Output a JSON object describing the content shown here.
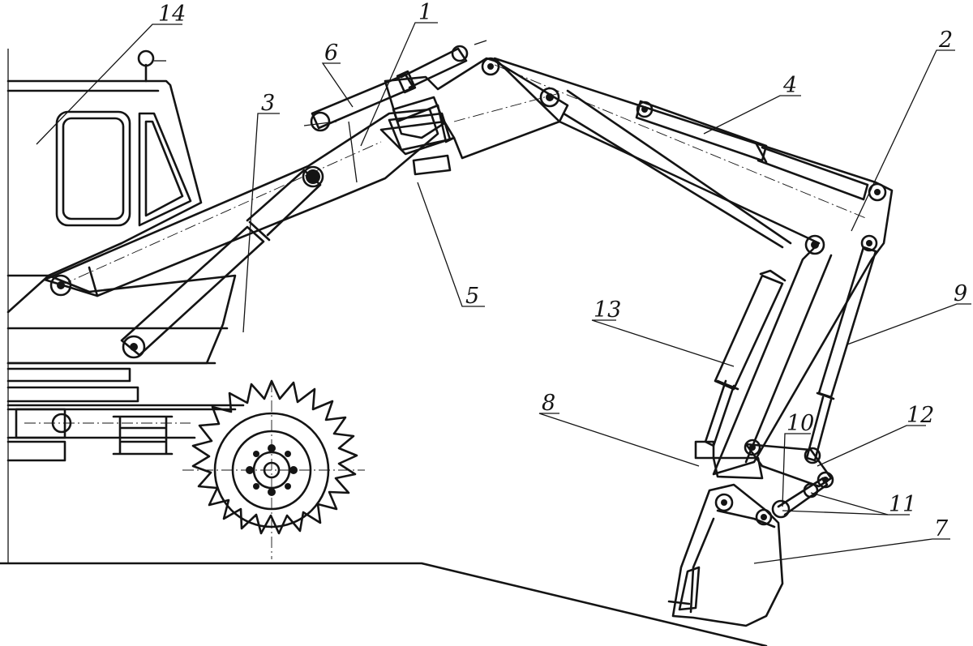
{
  "callouts": [
    {
      "key": "boom",
      "text": "1"
    },
    {
      "key": "stick",
      "text": "2"
    },
    {
      "key": "boom_cylinder",
      "text": "3"
    },
    {
      "key": "stick_cylinder",
      "text": "4"
    },
    {
      "key": "boom_joint",
      "text": "5"
    },
    {
      "key": "boom_ext_cylinder",
      "text": "6"
    },
    {
      "key": "bucket",
      "text": "7"
    },
    {
      "key": "bucket_hinge",
      "text": "8"
    },
    {
      "key": "bucket_cylinder",
      "text": "9"
    },
    {
      "key": "link",
      "text": "10"
    },
    {
      "key": "pins",
      "text": "11"
    },
    {
      "key": "rocker",
      "text": "12"
    },
    {
      "key": "aux_cylinder",
      "text": "13"
    },
    {
      "key": "cab",
      "text": "14"
    }
  ]
}
